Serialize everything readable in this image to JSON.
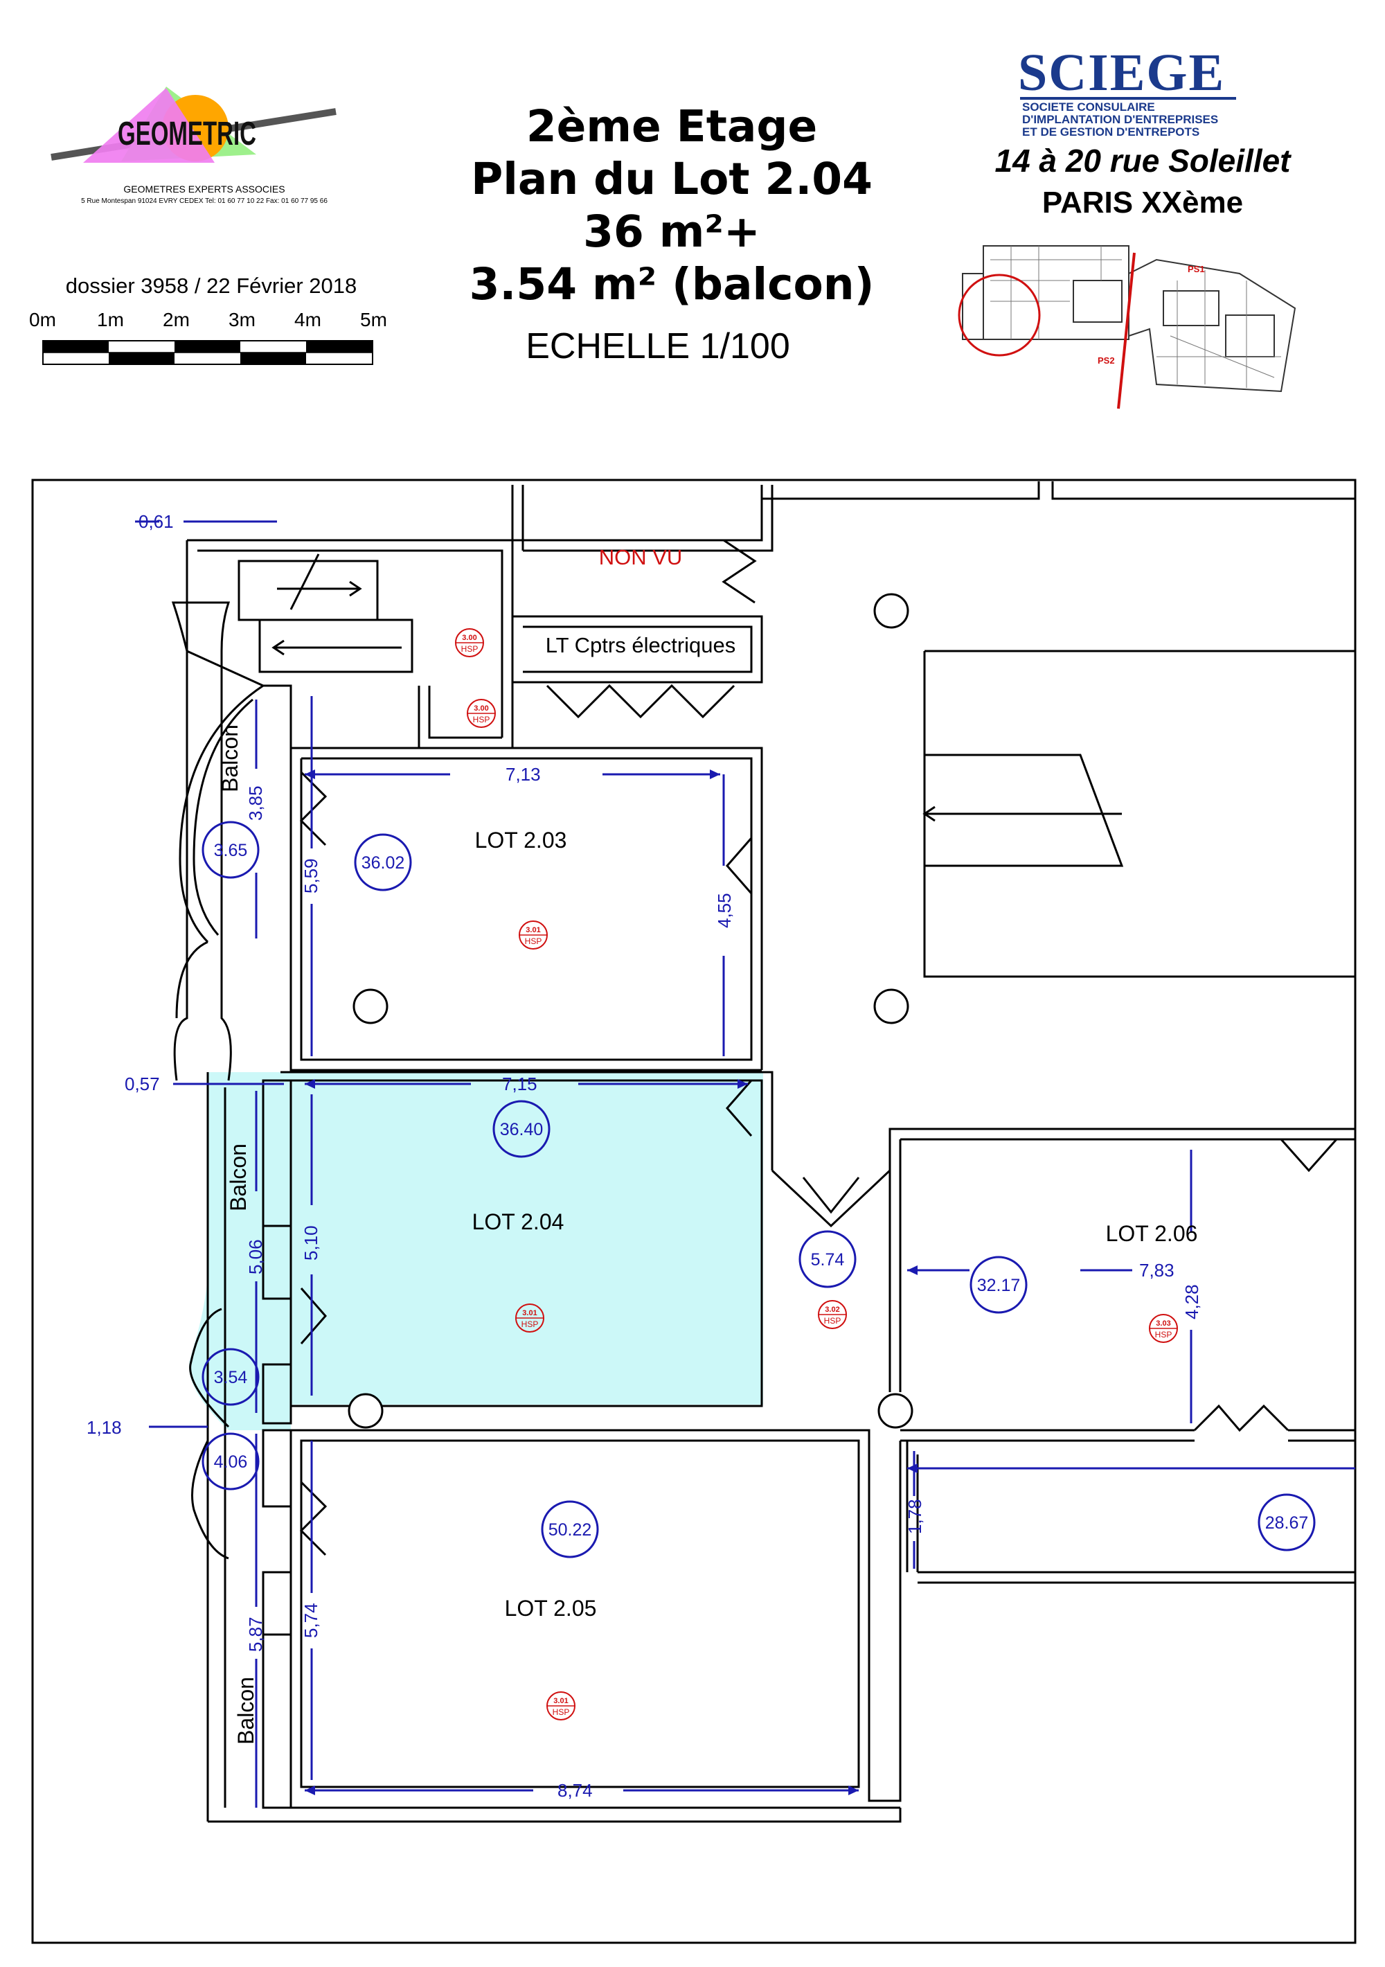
{
  "header": {
    "title_lines": [
      "2ème Etage",
      "Plan du Lot 2.04",
      "36 m²+",
      "3.54 m² (balcon)"
    ],
    "scale": "ECHELLE 1/100",
    "dossier": "dossier 3958 / 22 Février 2018",
    "ruler_labels": [
      "0m",
      "1m",
      "2m",
      "3m",
      "4m",
      "5m"
    ]
  },
  "surveyor_logo": {
    "name": "GEOMETRIC",
    "subtitle": "GEOMETRES EXPERTS ASSOCIES",
    "address": "5 Rue Montespan 91024 EVRY CEDEX  Tel: 01 60 77 10 22 Fax: 01 60 77 95 66",
    "colors": {
      "pink": "#f07ef0",
      "green": "#9ef08c",
      "orange": "#ffa600"
    }
  },
  "client": {
    "name": "SCIEGE",
    "sub_lines": [
      "SOCIETE CONSULAIRE",
      "D'IMPLANTATION D'ENTREPRISES",
      "ET DE GESTION D'ENTREPOTS"
    ],
    "address_line1": "14 à 20  rue Soleillet",
    "address_line2": "PARIS XXème",
    "keyplan_labels": [
      "PS1",
      "PS2"
    ],
    "color": "#1b3a8c"
  },
  "plan": {
    "colors": {
      "dimension": "#1a1ab0",
      "highlight": "#ccf8f8",
      "stamp": "#d01010",
      "wall": "#000000"
    },
    "rooms": {
      "lot_203": "LOT 2.03",
      "lot_204": "LOT 2.04",
      "lot_205": "LOT 2.05",
      "lot_206": "LOT 2.06",
      "local_tech": "LT Cptrs électriques",
      "not_seen": "NON VU",
      "balcony": "Balcon"
    },
    "areas": {
      "a_203": "36.02",
      "a_204": "36.40",
      "a_205": "50.22",
      "a_206": "32.17",
      "a_corr": "5.74",
      "a_2867": "28.67",
      "a_bal1": "3.65",
      "a_bal2": "3.54",
      "a_bal3": "4.06"
    },
    "dimensions": {
      "d_061": "0,61",
      "d_713": "7,13",
      "d_385": "3,85",
      "d_559": "5,59",
      "d_455": "4,55",
      "d_057": "0,57",
      "d_715": "7,15",
      "d_506": "5,06",
      "d_510": "5,10",
      "d_783": "7,83",
      "d_428": "4,28",
      "d_118": "1,18",
      "d_178": "1,78",
      "d_587": "5,87",
      "d_574": "5,74",
      "d_874": "8,74"
    },
    "stamps": {
      "s_300_top": "3.00",
      "s_300_bot": "3.00",
      "s_301": "3.01",
      "s_302": "3.02",
      "s_303": "3.03",
      "hsp": "HSP"
    }
  }
}
